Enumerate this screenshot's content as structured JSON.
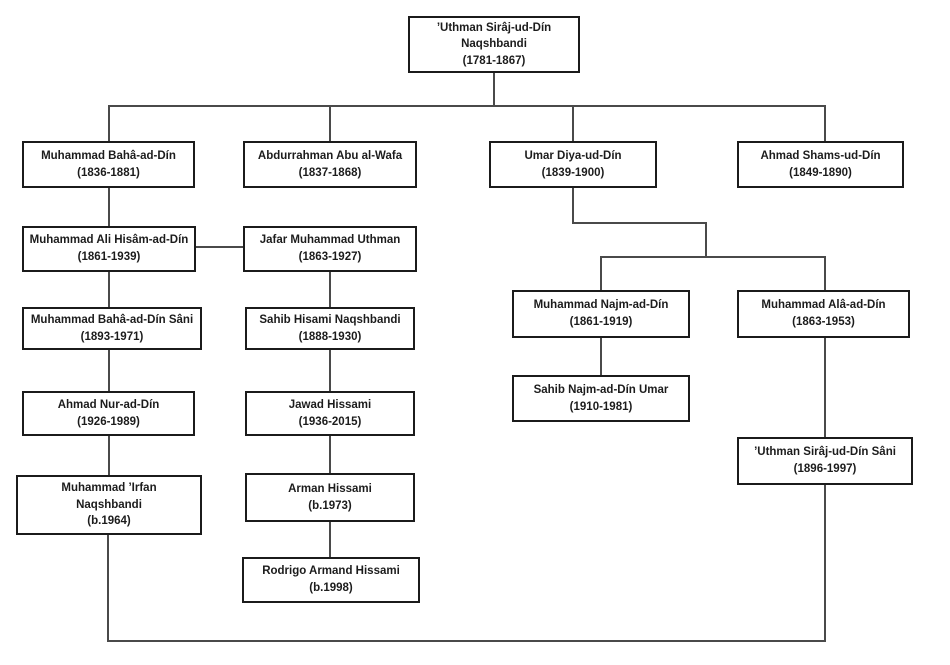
{
  "diagram_type": "family-tree",
  "nodes": {
    "uthman": {
      "name": "’Uthman Sirâj-ud-Dín",
      "name2": "Naqshbandi",
      "years": "(1781-1867)"
    },
    "muhammad-baha": {
      "name": "Muhammad Bahâ-ad-Dín",
      "years": "(1836-1881)"
    },
    "abdurrahman": {
      "name": "Abdurrahman Abu al-Wafa",
      "years": "(1837-1868)"
    },
    "umar-diya": {
      "name": "Umar Diya-ud-Dín",
      "years": "(1839-1900)"
    },
    "ahmad-shams": {
      "name": "Ahmad Shams-ud-Dín",
      "years": "(1849-1890)"
    },
    "ali-hisam": {
      "name": "Muhammad Ali Hisâm-ad-Dín",
      "years": "(1861-1939)"
    },
    "jafar": {
      "name": "Jafar Muhammad Uthman",
      "years": "(1863-1927)"
    },
    "baha-sani": {
      "name": "Muhammad Bahâ-ad-Dín Sâni",
      "years": "(1893-1971)"
    },
    "sahib-hisami": {
      "name": "Sahib Hisami Naqshbandi",
      "years": "(1888-1930)"
    },
    "ahmad-nur": {
      "name": "Ahmad Nur-ad-Dín",
      "years": "(1926-1989)"
    },
    "jawad": {
      "name": "Jawad Hissami",
      "years": "(1936-2015)"
    },
    "irfan": {
      "name": "Muhammad ’Irfan",
      "name2": "Naqshbandi",
      "years": "(b.1964)"
    },
    "arman": {
      "name": "Arman Hissami",
      "years": "(b.1973)"
    },
    "rodrigo": {
      "name": "Rodrigo Armand Hissami",
      "years": "(b.1998)"
    },
    "najm": {
      "name": "Muhammad Najm-ad-Dín",
      "years": "(1861-1919)"
    },
    "ala": {
      "name": "Muhammad Alâ-ad-Dín",
      "years": "(1863-1953)"
    },
    "sahib-najm": {
      "name": "Sahib Najm-ad-Dín Umar",
      "years": "(1910-1981)"
    },
    "uthman-sani": {
      "name": "’Uthman Sirâj-ud-Dín Sâni",
      "years": "(1896-1997)"
    }
  },
  "edges": [
    {
      "from": "uthman",
      "to": "muhammad-baha",
      "style": "descent"
    },
    {
      "from": "uthman",
      "to": "abdurrahman",
      "style": "descent"
    },
    {
      "from": "uthman",
      "to": "umar-diya",
      "style": "descent"
    },
    {
      "from": "uthman",
      "to": "ahmad-shams",
      "style": "descent"
    },
    {
      "from": "muhammad-baha",
      "to": "ali-hisam",
      "style": "descent"
    },
    {
      "from": "ali-hisam",
      "to": "jafar",
      "style": "side-link"
    },
    {
      "from": "ali-hisam",
      "to": "baha-sani",
      "style": "descent"
    },
    {
      "from": "baha-sani",
      "to": "ahmad-nur",
      "style": "descent"
    },
    {
      "from": "ahmad-nur",
      "to": "irfan",
      "style": "descent"
    },
    {
      "from": "jafar",
      "to": "sahib-hisami",
      "style": "descent"
    },
    {
      "from": "sahib-hisami",
      "to": "jawad",
      "style": "descent"
    },
    {
      "from": "jawad",
      "to": "arman",
      "style": "descent"
    },
    {
      "from": "arman",
      "to": "rodrigo",
      "style": "descent"
    },
    {
      "from": "umar-diya",
      "to": "najm",
      "style": "descent"
    },
    {
      "from": "umar-diya",
      "to": "ala",
      "style": "descent"
    },
    {
      "from": "najm",
      "to": "sahib-najm",
      "style": "descent"
    },
    {
      "from": "ala",
      "to": "uthman-sani",
      "style": "descent"
    },
    {
      "from": "irfan",
      "to": "uthman-sani",
      "style": "bottom-link"
    }
  ],
  "colors": {
    "line": "#4a4a4a",
    "border": "#1b1b1b",
    "background": "#ffffff",
    "text": "#1c1c1c"
  }
}
